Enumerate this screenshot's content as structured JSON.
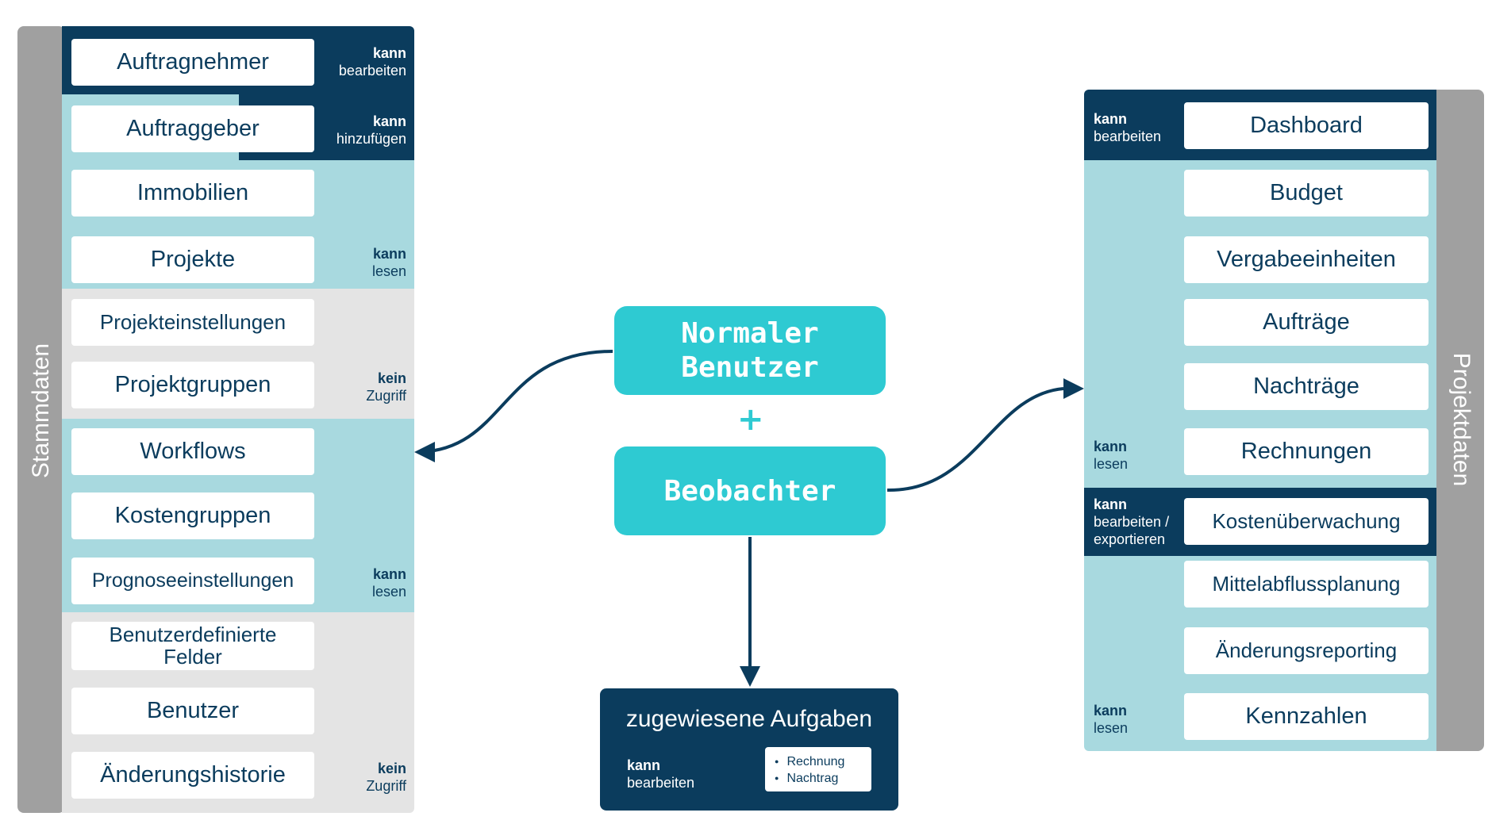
{
  "colors": {
    "dark": "#0b3c5d",
    "teal_light": "#a8d9df",
    "grey_light": "#e4e4e4",
    "sidebar_grey": "#a0a0a0",
    "cyan": "#2ecad2"
  },
  "left": {
    "section_label": "Stammdaten",
    "items": [
      "Auftragnehmer",
      "Auftraggeber",
      "Immobilien",
      "Projekte",
      "Projekteinstellungen",
      "Projektgruppen",
      "Workflows",
      "Kostengruppen",
      "Prognoseeinstellungen",
      "Benutzerdefinierte Felder",
      "Benutzer",
      "Änderungshistorie"
    ],
    "permissions": [
      {
        "strong": "kann",
        "text": "bearbeiten"
      },
      {
        "strong": "kann",
        "text": "hinzufügen"
      },
      {
        "strong": "kann",
        "text": "lesen"
      },
      {
        "strong": "kein",
        "text": "Zugriff"
      },
      {
        "strong": "kann",
        "text": "lesen"
      },
      {
        "strong": "kein",
        "text": "Zugriff"
      }
    ]
  },
  "center": {
    "role_main": "Normaler Benutzer",
    "plus": "+",
    "role_observer": "Beobachter",
    "tasks": {
      "title": "zugewiesene Aufgaben",
      "perm_strong": "kann",
      "perm_text": "bearbeiten",
      "items": [
        "Rechnung",
        "Nachtrag"
      ]
    }
  },
  "right": {
    "section_label": "Projektdaten",
    "items": [
      "Dashboard",
      "Budget",
      "Vergabeeinheiten",
      "Aufträge",
      "Nachträge",
      "Rechnungen",
      "Kostenüberwachung",
      "Mittelabflussplanung",
      "Änderungsreporting",
      "Kennzahlen"
    ],
    "permissions": [
      {
        "strong": "kann",
        "text": "bearbeiten"
      },
      {
        "strong": "kann",
        "text": "lesen"
      },
      {
        "strong": "kann",
        "text": "bearbeiten / exportieren"
      },
      {
        "strong": "kann",
        "text": "lesen"
      }
    ]
  }
}
